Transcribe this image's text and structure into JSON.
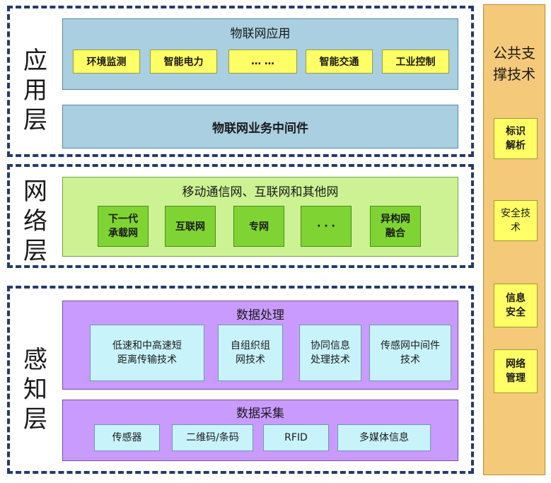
{
  "layers": {
    "application": {
      "label": "应用层",
      "apps_title": "物联网应用",
      "apps": [
        "环境监测",
        "智能电力",
        "…  …",
        "智能交通",
        "工业控制"
      ],
      "middleware": "物联网业务中间件"
    },
    "network": {
      "label": "网络层",
      "title": "移动通信网、互联网和其他网",
      "items": [
        "下一代\n承载网",
        "互联网",
        "专网",
        "· · ·",
        "异构网\n融合"
      ]
    },
    "perception": {
      "label": "感知层",
      "processing_title": "数据处理",
      "processing_items": [
        "低速和中高速短\n距离传输技术",
        "自组织组\n网技术",
        "协同信息\n处理技术",
        "传感网中间件\n技术"
      ],
      "collection_title": "数据采集",
      "collection_items": [
        "传感器",
        "二维码/条码",
        "RFID",
        "多媒体信息"
      ]
    }
  },
  "support": {
    "title": "公共支\n撑技术",
    "items": [
      "标识\n解析",
      "安全技\n术",
      "信息\n安全",
      "网络\n管理"
    ]
  }
}
